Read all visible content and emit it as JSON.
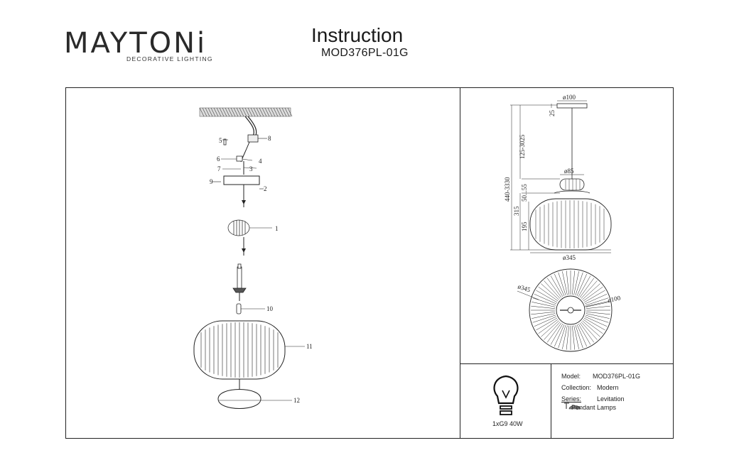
{
  "header": {
    "brand": "MAYTONi",
    "tagline": "DECORATIVE LIGHTING",
    "title": "Instruction",
    "model_code": "MOD376PL-01G"
  },
  "assembly": {
    "callouts": [
      "1",
      "2",
      "3",
      "4",
      "5",
      "6",
      "7",
      "8",
      "9",
      "10",
      "11",
      "12"
    ]
  },
  "dimensions": {
    "canopy_diameter": "ø100",
    "canopy_height": "25",
    "overall_height": "440-3330",
    "cable_length": "125-3025",
    "top_shade_diameter": "ø85",
    "top_shade_height": "50...55",
    "body_height": "315",
    "shade_height": "195",
    "shade_diameter": "ø345",
    "plan_outer_diameter": "ø345",
    "plan_inner_diameter": "ø100"
  },
  "bulb": {
    "label": "1xG9 40W"
  },
  "info": {
    "model_label": "Model:",
    "model_value": "MOD376PL-01G",
    "collection_label": "Collection:",
    "collection_value": "Modern",
    "series_label": "Series:",
    "series_value": "Levitation",
    "type_value": "Pendant Lamps"
  }
}
